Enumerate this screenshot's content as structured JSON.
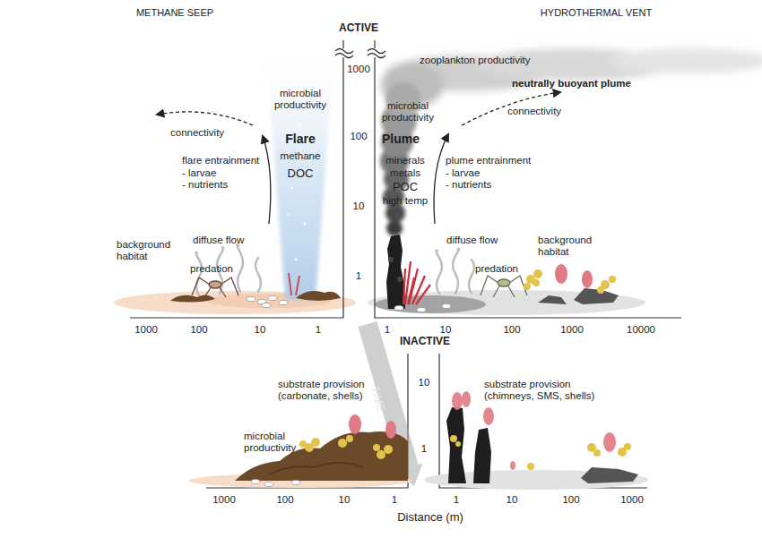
{
  "diagram": {
    "labels": [
      "METHANE SEEP",
      "ACTIVE",
      "HYDROTHERMAL VENT",
      "1000",
      "100",
      "10",
      "1",
      "zooplankton productivity",
      "neutrally buoyant plume",
      "microbial productivity",
      "connectivity",
      "Flare",
      "microbial productivity",
      "Plume",
      "connectivity",
      "methane",
      "flare entrainment",
      "- larvae",
      "- nutrients",
      "DOC",
      "minerals",
      "metals",
      "POC",
      "high temp",
      "plume entrainment",
      "- larvae",
      "- nutrients",
      "background habitat",
      "diffuse flow",
      "predation",
      "diffuse flow",
      "predation",
      "background habitat",
      "1000",
      "100",
      "10",
      "1",
      "1",
      "10",
      "100",
      "1000",
      "10000",
      "INACTIVE",
      "TIME",
      "10",
      "substrate provision (carbonate, shells)",
      "substrate provision (chimneys, SMS, shells)",
      "1",
      "microbial productivity",
      "1000",
      "100",
      "10",
      "1",
      "1",
      "10",
      "100",
      "1000",
      "Distance (m)"
    ]
  }
}
